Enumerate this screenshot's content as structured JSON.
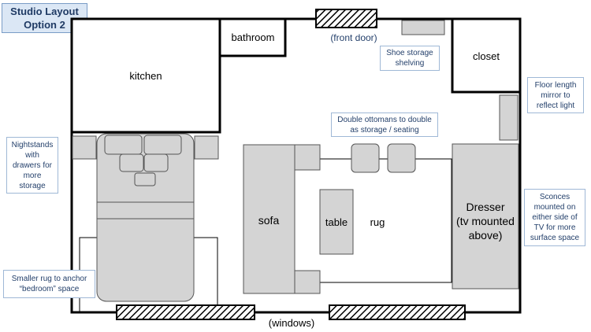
{
  "title": {
    "line1": "Studio Layout",
    "line2": "Option 2"
  },
  "rooms": {
    "kitchen": "kitchen",
    "bathroom": "bathroom",
    "closet": "closet",
    "front_door": "(front door)",
    "windows": "(windows)"
  },
  "furniture": {
    "sofa": "sofa",
    "table": "table",
    "rug": "rug",
    "dresser_line1": "Dresser",
    "dresser_line2": "(tv mounted",
    "dresser_line3": "above)"
  },
  "notes": {
    "shoe": [
      "Shoe storage",
      "shelving"
    ],
    "mirror": [
      "Floor length",
      "mirror to",
      "reflect light"
    ],
    "ottomans": [
      "Double ottomans to double",
      "as storage / seating"
    ],
    "nightstands": [
      "Nightstands",
      "with",
      "drawers for",
      "more",
      "storage"
    ],
    "sconces": [
      "Sconces",
      "mounted on",
      "either side of",
      "TV for more",
      "surface space"
    ],
    "small_rug": [
      "Smaller rug to anchor",
      "“bedroom” space"
    ]
  },
  "colors": {
    "wall": "#000000",
    "furniture_fill": "#d4d4d4",
    "note_text": "#24406b",
    "note_border": "#9fb8d6",
    "title_fill": "#dbe7f5"
  }
}
